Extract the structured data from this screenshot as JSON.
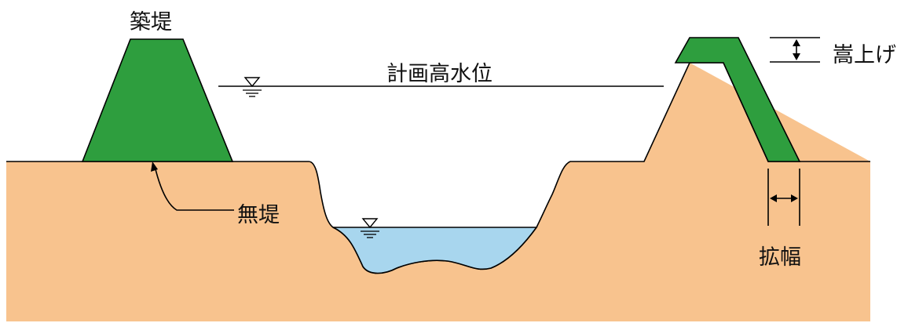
{
  "labels": {
    "levee_construction": "築堤",
    "planned_high_water_level": "計画高水位",
    "raising": "嵩上げ",
    "no_levee": "無堤",
    "widening": "拡幅"
  },
  "colors": {
    "ground": "#F8C38E",
    "levee": "#2E9E3E",
    "water": "#A8D6EE",
    "line": "#000000"
  },
  "icons": {
    "water_level_marker": "water-level-triangle-icon"
  }
}
